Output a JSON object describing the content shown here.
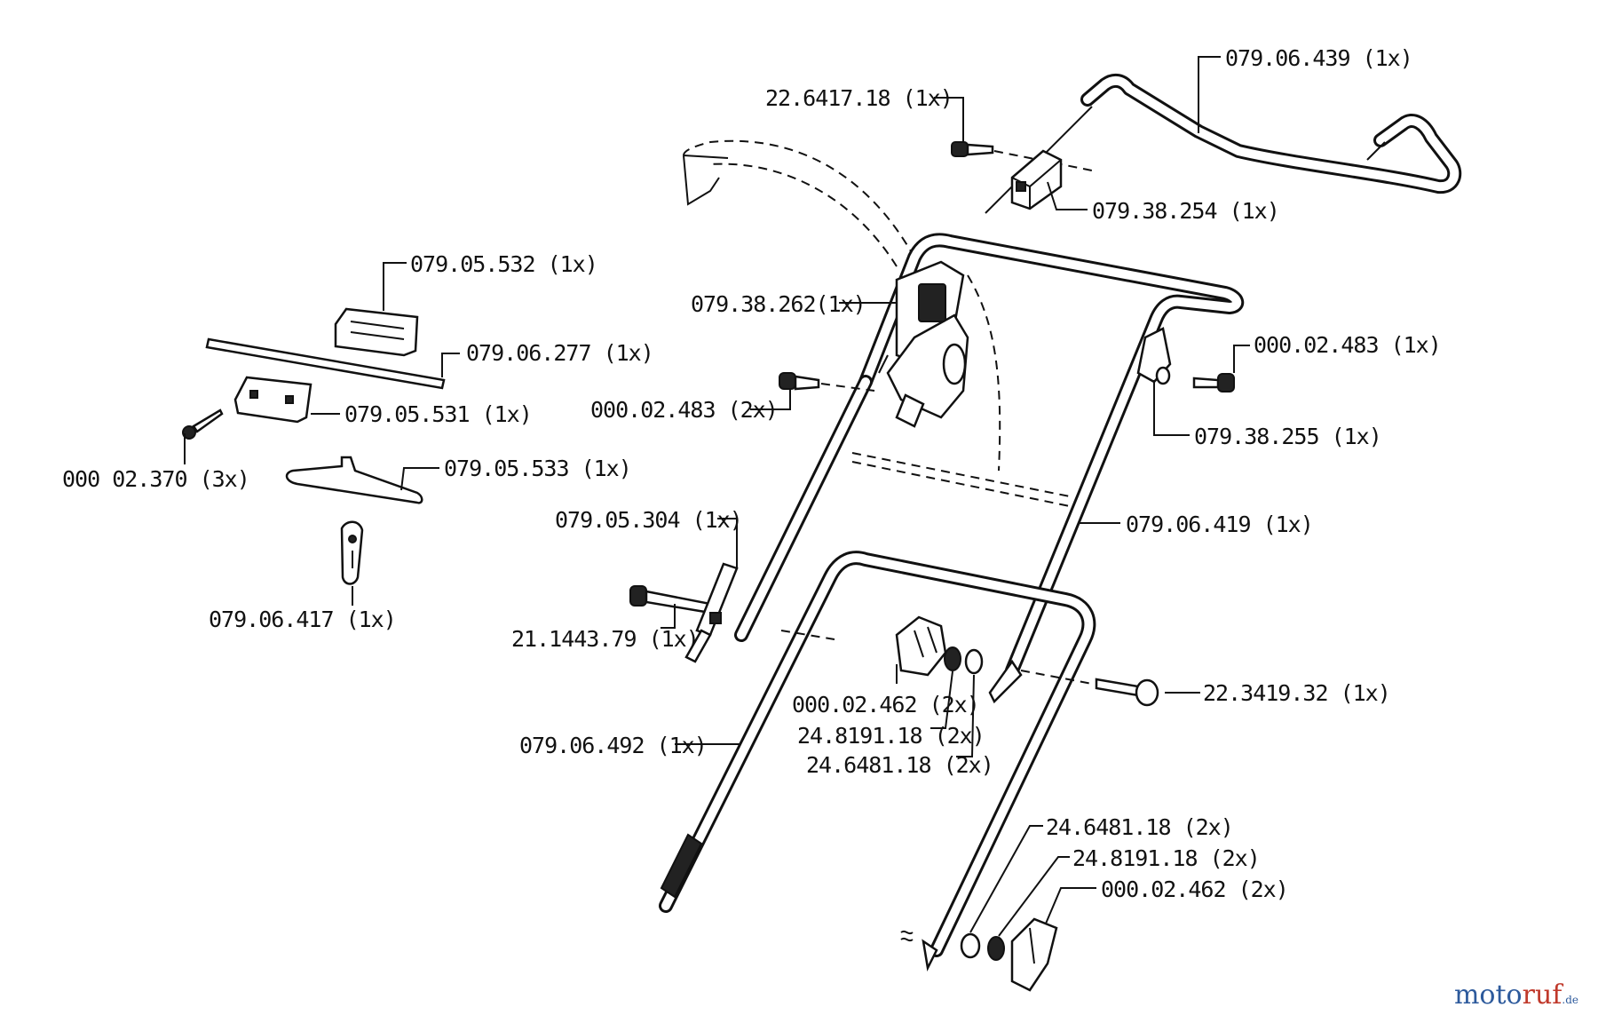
{
  "labels": {
    "l_079_06_439": "079.06.439 (1x)",
    "l_22_6417_18": "22.6417.18  (1x)",
    "l_079_38_254": "079.38.254 (1x)",
    "l_079_05_532": "079.05.532  (1x)",
    "l_079_38_262": "079.38.262(1x)",
    "l_000_02_483_1x": "000.02.483 (1x)",
    "l_079_06_277": "079.06.277  (1x)",
    "l_000_02_483_2x": "000.02.483 (2x)",
    "l_079_05_531": "079.05.531  (1x)",
    "l_079_38_255": "079.38.255  (1x)",
    "l_000_02_370": "000 02.370  (3x)",
    "l_079_05_533": "079.05.533  (1x)",
    "l_079_06_419": "079.06.419  (1x)",
    "l_079_05_304": "079.05.304  (1x)",
    "l_079_06_417": "079.06.417   (1x)",
    "l_21_1443_79": "21.1443.79  (1x)",
    "l_000_02_462_a": "000.02.462 (2x)",
    "l_22_3419_32": "22.3419.32  (1x)",
    "l_24_8191_18_a": "24.8191.18  (2x)",
    "l_079_06_492": "079.06.492  (1x)",
    "l_24_6481_18_a": "24.6481.18  (2x)",
    "l_24_6481_18_b": "24.6481.18  (2x)",
    "l_24_8191_18_b": "24.8191.18  (2x)",
    "l_000_02_462_b": "000.02.462  (2x)"
  },
  "brand": {
    "name_a": "moto",
    "name_b": "ruf",
    "tld": ".de"
  }
}
